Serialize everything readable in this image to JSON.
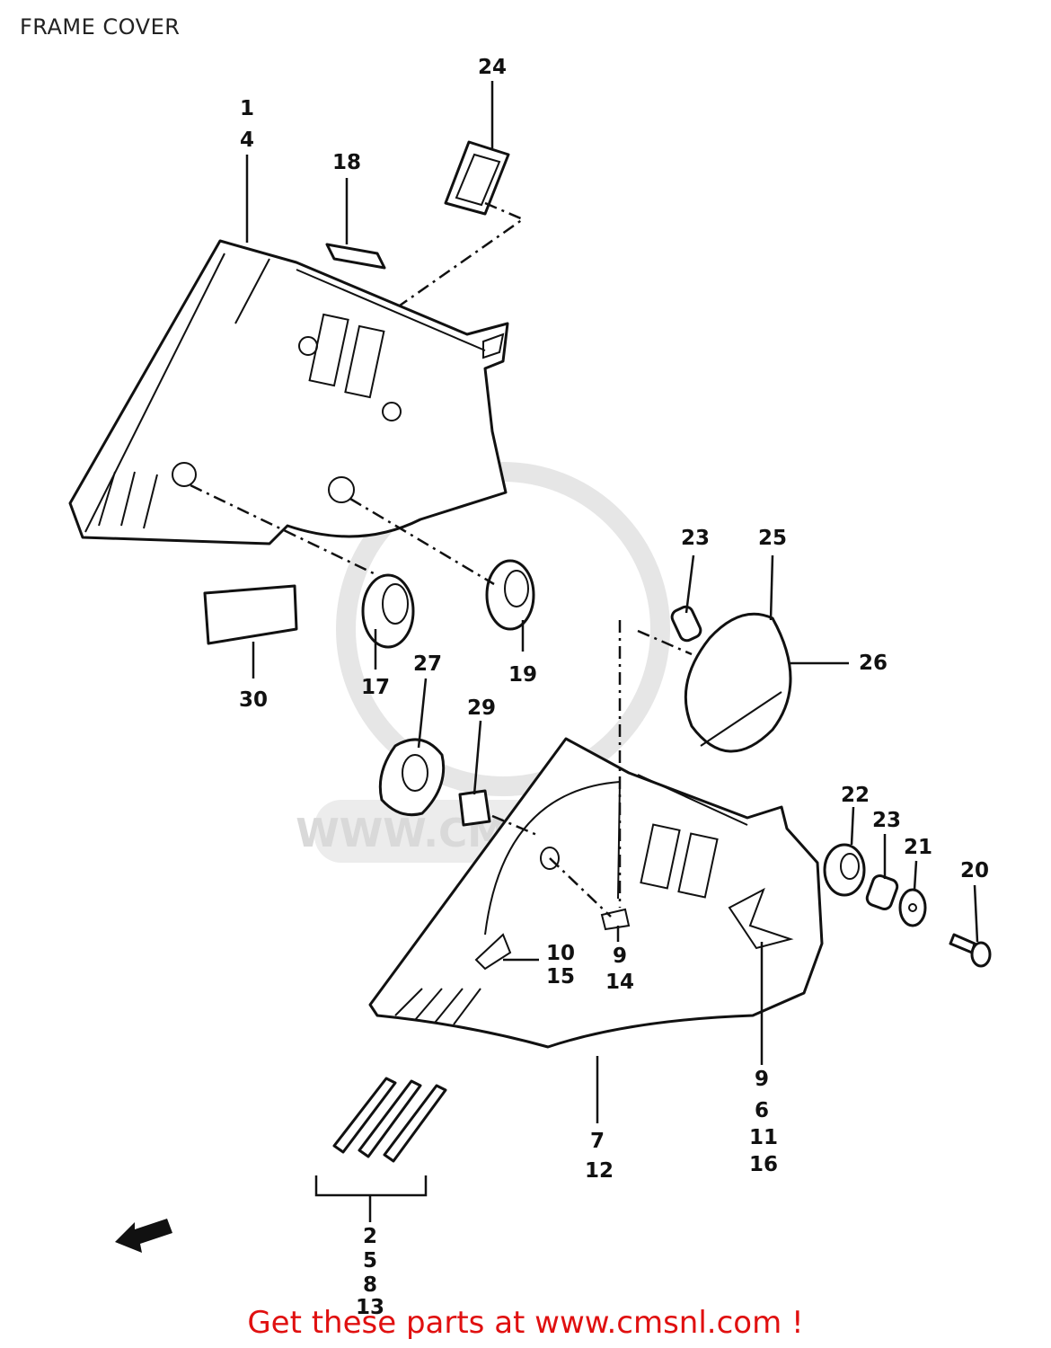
{
  "title": "FRAME COVER",
  "watermark": "WWW.CMSNL.COM",
  "footer": "Get these parts at www.cmsnl.com !",
  "part_labels": {
    "p1": "1",
    "p4": "4",
    "p18": "18",
    "p24": "24",
    "p23a": "23",
    "p25": "25",
    "p26": "26",
    "p30": "30",
    "p17": "17",
    "p19": "19",
    "p27": "27",
    "p29": "29",
    "p22": "22",
    "p23b": "23",
    "p21": "21",
    "p20": "20",
    "p10": "10",
    "p15": "15",
    "p9a": "9",
    "p14": "14",
    "p9b": "9",
    "p6": "6",
    "p11": "11",
    "p16": "16",
    "p7": "7",
    "p12": "12",
    "p2": "2",
    "p5": "5",
    "p8": "8",
    "p13": "13"
  }
}
